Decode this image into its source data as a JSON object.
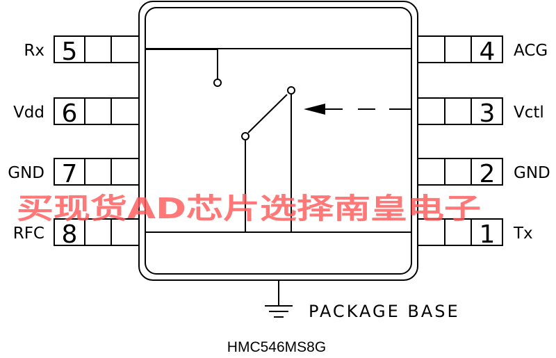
{
  "pins": [
    {
      "number": "5",
      "label": "Rx"
    },
    {
      "number": "6",
      "label": "Vdd"
    },
    {
      "number": "7",
      "label": "GND"
    },
    {
      "number": "8",
      "label": "RFC"
    },
    {
      "number": "4",
      "label": "ACG"
    },
    {
      "number": "3",
      "label": "Vctl"
    },
    {
      "number": "2",
      "label": "GND"
    },
    {
      "number": "1",
      "label": "Tx"
    }
  ],
  "package_base_label": "PACKAGE BASE",
  "part_number": "HMC546MS8G",
  "watermark": "买现货AD芯片选择南皇电子"
}
